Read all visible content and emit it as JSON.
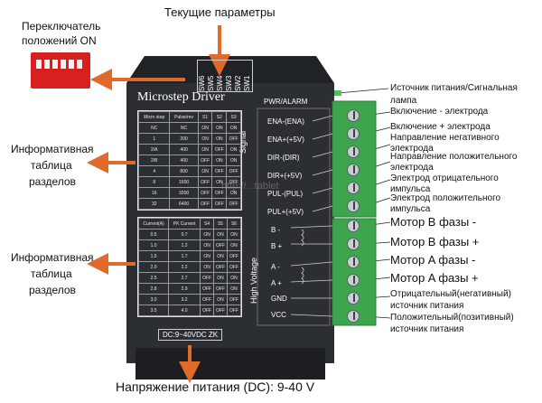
{
  "colors": {
    "arrow": "#e06a2a",
    "driver": "#2a2d31",
    "terminal": "#3aa14c",
    "switch": "#d81e1e"
  },
  "annotations": {
    "top": "Текущие параметры",
    "switch_label_line1": "Переключатель",
    "switch_label_line2": "положений ON",
    "table1_line1": "Информативная",
    "table1_line2": "таблица",
    "table1_line3": "разделов",
    "table2_line1": "Информативная",
    "table2_line2": "таблица",
    "table2_line3": "разделов",
    "bottom": "Напряжение питания (DC): 9-40 V"
  },
  "driver": {
    "title": "Microstep Driver",
    "sw_labels": [
      "SW6",
      "SW5",
      "SW4",
      "SW3",
      "SW2",
      "SW1"
    ],
    "pwr_alarm": "PWR/ALARM",
    "signal": "Signal",
    "high_voltage": "High Voltage",
    "dc_label": "DC:9~40VDC  ZK",
    "watermark": "http://...tablet",
    "signal_pins": [
      "ENA-(ENA)",
      "ENA+(+5V)",
      "DIR-(DIR)",
      "DIR+(+5V)",
      "PUL-(PUL)",
      "PUL+(+5V)"
    ],
    "hv_pins": [
      "B -",
      "B +",
      "A -",
      "A +",
      "GND",
      "VCC"
    ],
    "table1": {
      "header": [
        "Micro step",
        "Pulse/rev",
        "S1",
        "S2",
        "S3"
      ],
      "rows": [
        [
          "NC",
          "NC",
          "ON",
          "ON",
          "ON"
        ],
        [
          "1",
          "200",
          "ON",
          "ON",
          "OFF"
        ],
        [
          "2/A",
          "400",
          "ON",
          "OFF",
          "ON"
        ],
        [
          "2/B",
          "400",
          "OFF",
          "ON",
          "ON"
        ],
        [
          "4",
          "800",
          "ON",
          "OFF",
          "OFF"
        ],
        [
          "8",
          "1600",
          "OFF",
          "ON",
          "OFF"
        ],
        [
          "16",
          "3200",
          "OFF",
          "OFF",
          "ON"
        ],
        [
          "32",
          "6400",
          "OFF",
          "OFF",
          "OFF"
        ]
      ]
    },
    "table2": {
      "header": [
        "Current(A)",
        "PK Current",
        "S4",
        "S5",
        "S6"
      ],
      "rows": [
        [
          "0.5",
          "0.7",
          "ON",
          "ON",
          "ON"
        ],
        [
          "1.0",
          "1.2",
          "ON",
          "OFF",
          "ON"
        ],
        [
          "1.5",
          "1.7",
          "ON",
          "ON",
          "OFF"
        ],
        [
          "2.0",
          "2.2",
          "ON",
          "OFF",
          "OFF"
        ],
        [
          "2.5",
          "2.7",
          "OFF",
          "ON",
          "ON"
        ],
        [
          "2.8",
          "2.9",
          "OFF",
          "OFF",
          "ON"
        ],
        [
          "3.0",
          "3.2",
          "OFF",
          "ON",
          "OFF"
        ],
        [
          "3.5",
          "4.0",
          "OFF",
          "OFF",
          "OFF"
        ]
      ]
    }
  },
  "right_labels": [
    {
      "line1": "Источник питания/Сигнальная",
      "line2": "лампа"
    },
    {
      "line1": "Включение - электрода",
      "line2": ""
    },
    {
      "line1": "Включение + электрода",
      "line2": ""
    },
    {
      "line1": "Направление негативного",
      "line2": "электрода"
    },
    {
      "line1": "Направление положительного",
      "line2": "электрода"
    },
    {
      "line1": "Электрод отрицательного",
      "line2": "импульса"
    },
    {
      "line1": "Электрод положительного",
      "line2": "импульса"
    },
    {
      "line1": "Мотор B фазы -",
      "line2": ""
    },
    {
      "line1": "Мотор B фазы +",
      "line2": ""
    },
    {
      "line1": "Мотор A фазы -",
      "line2": ""
    },
    {
      "line1": "Мотор A фазы +",
      "line2": ""
    },
    {
      "line1": "Отрицательный(негативный)",
      "line2": "источник питания"
    },
    {
      "line1": "Положительный(позитивный)",
      "line2": "источник питания"
    }
  ]
}
